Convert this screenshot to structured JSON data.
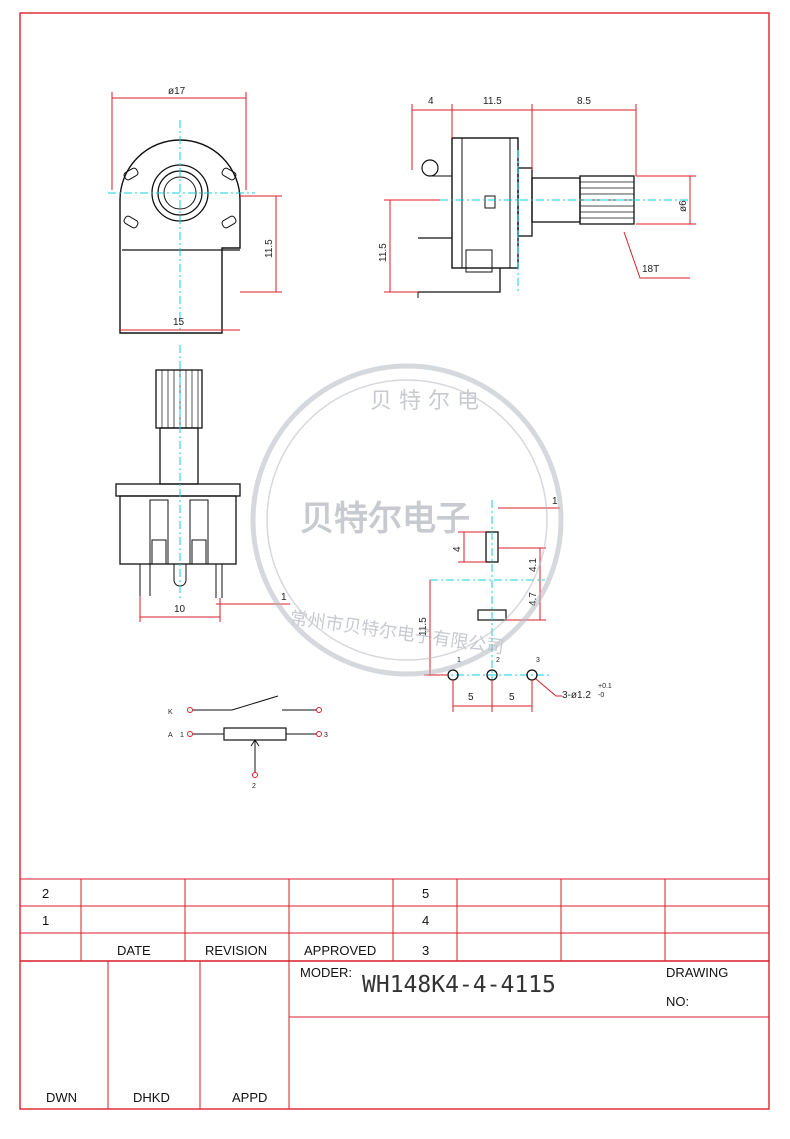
{
  "top_view": {
    "dia": "ø17",
    "height": "11.5",
    "width": "15"
  },
  "side_view": {
    "d1": "4",
    "d2": "11.5",
    "d3": "8.5",
    "shaft": "ø6",
    "knurl": "18T",
    "height": "11.5"
  },
  "front_view": {
    "pitch": "10",
    "lead": "1"
  },
  "pcb": {
    "t1": "1",
    "t2": "4",
    "t3": "4.1",
    "t4": "4.7",
    "t5": "11.5",
    "p1": "5",
    "p2": "5",
    "holes": "3-ø1.2",
    "tol_plus": "+0.1",
    "tol_minus": "-0",
    "pin1": "1",
    "pin2": "2",
    "pin3": "3"
  },
  "schematic": {
    "k": "K",
    "a": "A",
    "a1": "1",
    "pin3": "3",
    "pin2": "2"
  },
  "watermark": {
    "ring": "贝 特 尔 电",
    "center": "贝特尔电子",
    "bottom": "常州市贝特尔电子有限公司"
  },
  "title_block": {
    "rev_rows": [
      "2",
      "1"
    ],
    "right_rows": [
      "5",
      "4",
      "3"
    ],
    "date": "DATE",
    "revision": "REVISION",
    "approved": "APPROVED",
    "moder_label": "MODER:",
    "model": "WH148K4-4-4115",
    "drawing": "DRAWING",
    "no": "NO:",
    "dwn": "DWN",
    "dhkd": "DHKD",
    "appd": "APPD"
  },
  "colors": {
    "frame": "#e0202c",
    "dimension": "#d81e2a",
    "center": "#12d0d8",
    "drawing": "#111111",
    "ink": "#222222"
  }
}
